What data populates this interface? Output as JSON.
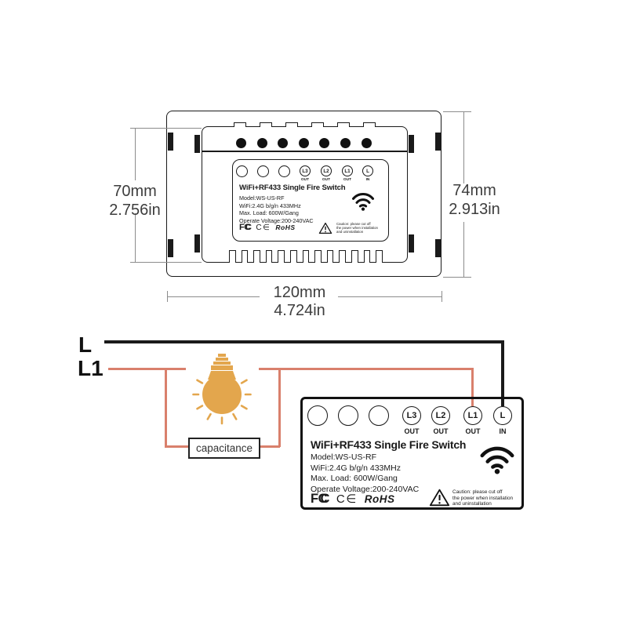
{
  "product_drawing": {
    "dimensions": {
      "left_mm": "70mm",
      "left_in": "2.756in",
      "right_mm": "74mm",
      "right_in": "2.913in",
      "bottom_mm": "120mm",
      "bottom_in": "4.724in"
    }
  },
  "switch_label": {
    "terminals": [
      "L3",
      "L2",
      "L1",
      "L"
    ],
    "terminal_subs": [
      "OUT",
      "OUT",
      "OUT",
      "IN"
    ],
    "title": "WiFi+RF433 Single Fire Switch",
    "lines": [
      "Model:WS-US-RF",
      "WiFi:2.4G b/g/n 433MHz",
      "Max. Load: 600W/Gang",
      "Operate Voltage:200-240VAC"
    ],
    "certs": {
      "fcc_f": "F",
      "fcc_c1": "C",
      "fcc_c2": "C",
      "ce": "C∈",
      "rohs": "RoHS"
    },
    "caution": [
      "Caution: please cut off",
      "the power when installation",
      "and uninstallation"
    ]
  },
  "wiring_diagram": {
    "live_label": "L",
    "load_label": "L1",
    "capacitor_label": "capacitance"
  },
  "colors": {
    "wire_live": "#1a1a1a",
    "wire_load": "#d9806c",
    "bulb": "#e3a64d"
  }
}
